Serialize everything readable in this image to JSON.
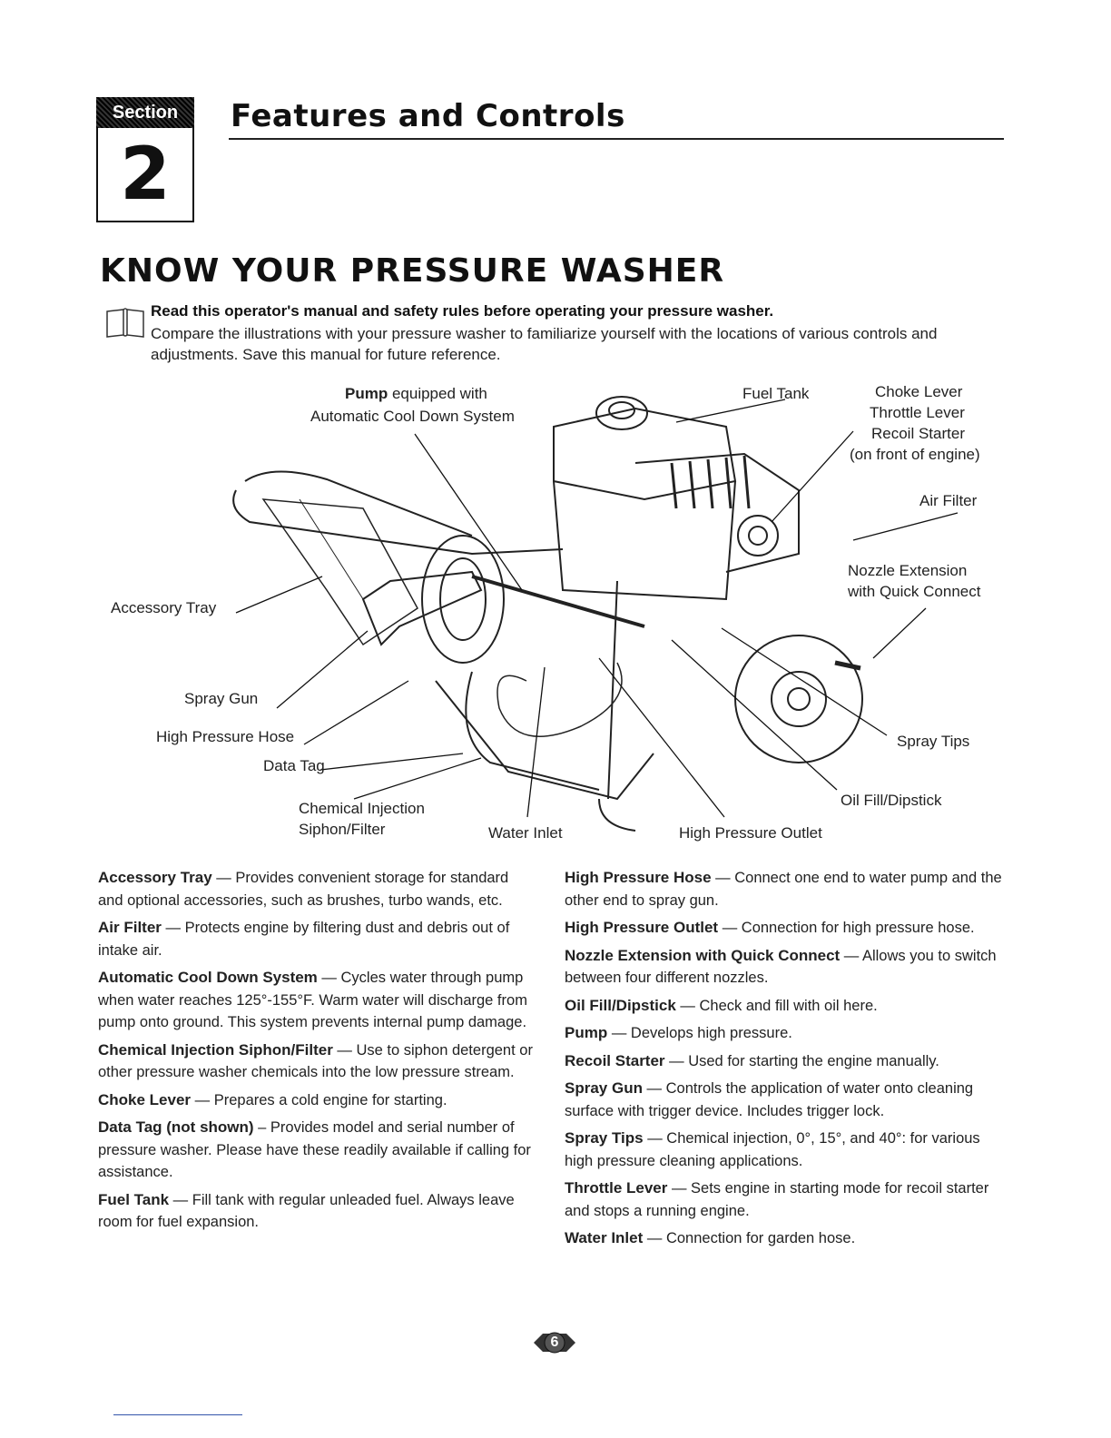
{
  "section": {
    "label": "Section",
    "number": "2",
    "title": "Features and Controls"
  },
  "heading": "KNOW YOUR PRESSURE WASHER",
  "intro": {
    "bold": "Read this operator's manual and safety rules before operating your pressure washer.",
    "text": "Compare the illustrations with your pressure washer to familiarize yourself with the locations of various controls and adjustments. Save this manual for future reference."
  },
  "figure": {
    "callouts": {
      "pump_bold": "Pump",
      "pump_rest": " equipped with",
      "pump_line2": "Automatic Cool Down System",
      "fuel_tank": "Fuel Tank",
      "choke": "Choke Lever",
      "throttle": "Throttle Lever",
      "recoil": "Recoil Starter",
      "front": "(on front of engine)",
      "air_filter": "Air Filter",
      "nozzle1": "Nozzle Extension",
      "nozzle2": "with Quick Connect",
      "accessory_tray": "Accessory Tray",
      "spray_gun": "Spray Gun",
      "hp_hose": "High Pressure Hose",
      "data_tag": "Data Tag",
      "spray_tips": "Spray Tips",
      "oil_fill": "Oil Fill/Dipstick",
      "chem1": "Chemical Injection",
      "chem2": "Siphon/Filter",
      "water_inlet": "Water Inlet",
      "hp_outlet": "High Pressure Outlet"
    }
  },
  "descriptions_left": [
    {
      "term": "Accessory Tray",
      "text": " — Provides convenient storage for standard and optional accessories, such as brushes, turbo wands, etc."
    },
    {
      "term": "Air Filter",
      "text": " — Protects engine by filtering dust and debris out of intake air."
    },
    {
      "term": "Automatic Cool Down System",
      "text": " — Cycles water through pump when water reaches 125°-155°F. Warm water will discharge from pump onto ground. This system prevents internal pump damage."
    },
    {
      "term": "Chemical Injection Siphon/Filter",
      "text": " — Use to siphon detergent or other pressure washer chemicals into the low pressure stream."
    },
    {
      "term": "Choke Lever",
      "text": " — Prepares a cold engine for starting."
    },
    {
      "term": "Data Tag (not shown)",
      "text": " – Provides model and serial number of pressure washer. Please have these readily available if calling for assistance."
    },
    {
      "term": "Fuel Tank",
      "text": " — Fill tank with regular unleaded fuel. Always leave room for fuel expansion."
    }
  ],
  "descriptions_right": [
    {
      "term": "High Pressure Hose",
      "text": " — Connect one end to water pump and the other end to spray gun."
    },
    {
      "term": "High Pressure Outlet",
      "text": " — Connection for high pressure hose."
    },
    {
      "term": "Nozzle Extension with Quick Connect",
      "text": " — Allows you to switch between four different nozzles."
    },
    {
      "term": "Oil Fill/Dipstick",
      "text": " — Check and fill with oil here."
    },
    {
      "term": "Pump",
      "text": " — Develops high pressure."
    },
    {
      "term": "Recoil Starter",
      "text": " — Used for starting the engine manually."
    },
    {
      "term": "Spray Gun",
      "text": " — Controls the application of water onto cleaning surface with trigger device. Includes trigger lock."
    },
    {
      "term": "Spray Tips",
      "text": " — Chemical injection, 0°, 15°, and 40°: for various high pressure cleaning applications."
    },
    {
      "term": "Throttle Lever",
      "text": " — Sets engine in starting mode for recoil starter and stops a running engine."
    },
    {
      "term": "Water Inlet",
      "text": " — Connection for garden hose."
    }
  ],
  "page_number": "6"
}
